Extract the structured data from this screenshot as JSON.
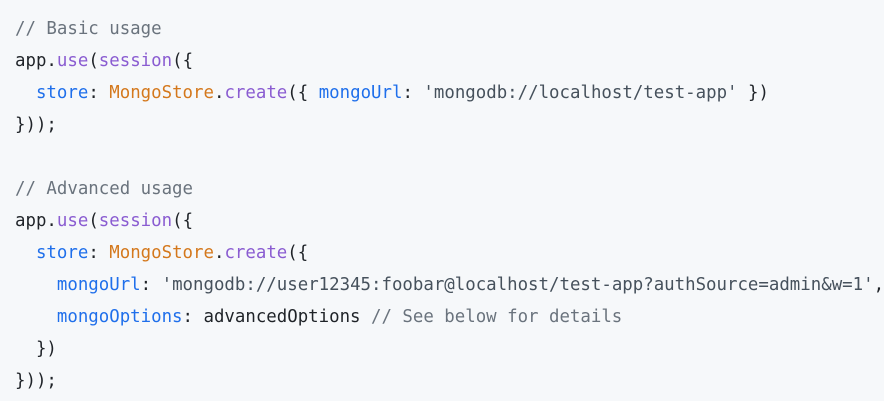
{
  "colors": {
    "background": "#f6f8fa",
    "plain": "#1f2328",
    "comment": "#6a737d",
    "method": "#8a5cd1",
    "class": "#d4781c",
    "property": "#1f6feb",
    "string": "#46515c"
  },
  "lines": [
    [
      {
        "t": "comment",
        "v": "// Basic usage"
      }
    ],
    [
      {
        "t": "plain",
        "v": "app."
      },
      {
        "t": "method",
        "v": "use"
      },
      {
        "t": "plain",
        "v": "("
      },
      {
        "t": "method",
        "v": "session"
      },
      {
        "t": "plain",
        "v": "({"
      }
    ],
    [
      {
        "t": "plain",
        "v": "  "
      },
      {
        "t": "prop",
        "v": "store"
      },
      {
        "t": "plain",
        "v": ": "
      },
      {
        "t": "class",
        "v": "MongoStore"
      },
      {
        "t": "plain",
        "v": "."
      },
      {
        "t": "method",
        "v": "create"
      },
      {
        "t": "plain",
        "v": "({ "
      },
      {
        "t": "prop",
        "v": "mongoUrl"
      },
      {
        "t": "plain",
        "v": ": "
      },
      {
        "t": "string",
        "v": "'mongodb://localhost/test-app'"
      },
      {
        "t": "plain",
        "v": " })"
      }
    ],
    [
      {
        "t": "plain",
        "v": "}));"
      }
    ],
    [
      {
        "t": "plain",
        "v": ""
      }
    ],
    [
      {
        "t": "comment",
        "v": "// Advanced usage"
      }
    ],
    [
      {
        "t": "plain",
        "v": "app."
      },
      {
        "t": "method",
        "v": "use"
      },
      {
        "t": "plain",
        "v": "("
      },
      {
        "t": "method",
        "v": "session"
      },
      {
        "t": "plain",
        "v": "({"
      }
    ],
    [
      {
        "t": "plain",
        "v": "  "
      },
      {
        "t": "prop",
        "v": "store"
      },
      {
        "t": "plain",
        "v": ": "
      },
      {
        "t": "class",
        "v": "MongoStore"
      },
      {
        "t": "plain",
        "v": "."
      },
      {
        "t": "method",
        "v": "create"
      },
      {
        "t": "plain",
        "v": "({"
      }
    ],
    [
      {
        "t": "plain",
        "v": "    "
      },
      {
        "t": "prop",
        "v": "mongoUrl"
      },
      {
        "t": "plain",
        "v": ": "
      },
      {
        "t": "string",
        "v": "'mongodb://user12345:foobar@localhost/test-app?authSource=admin&w=1'"
      },
      {
        "t": "plain",
        "v": ","
      }
    ],
    [
      {
        "t": "plain",
        "v": "    "
      },
      {
        "t": "prop",
        "v": "mongoOptions"
      },
      {
        "t": "plain",
        "v": ": advancedOptions "
      },
      {
        "t": "comment",
        "v": "// See below for details"
      }
    ],
    [
      {
        "t": "plain",
        "v": "  })"
      }
    ],
    [
      {
        "t": "plain",
        "v": "}));"
      }
    ]
  ]
}
